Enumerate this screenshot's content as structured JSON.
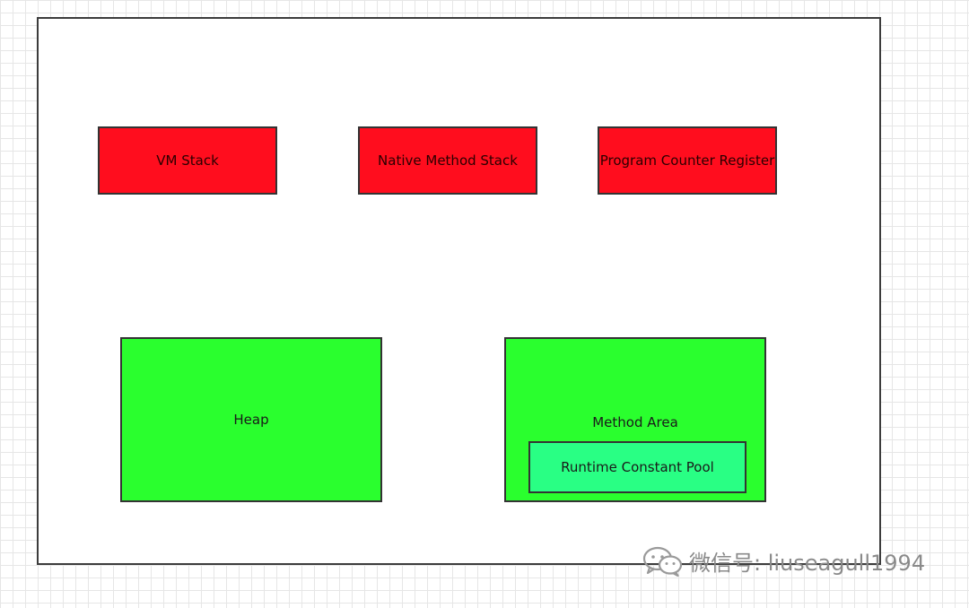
{
  "diagram": {
    "nodes": {
      "vm_stack": "VM Stack",
      "native_method_stack": "Native Method Stack",
      "program_counter_register": "Program Counter Register",
      "heap": "Heap",
      "method_area": "Method Area",
      "runtime_constant_pool": "Runtime Constant Pool"
    },
    "colors": {
      "thread_private": "#ff0d1e",
      "shared": "#2aff2e",
      "constant_pool": "#29ff84"
    }
  },
  "watermark": {
    "text": "微信号: liuseagull1994",
    "icon": "wechat-icon"
  }
}
